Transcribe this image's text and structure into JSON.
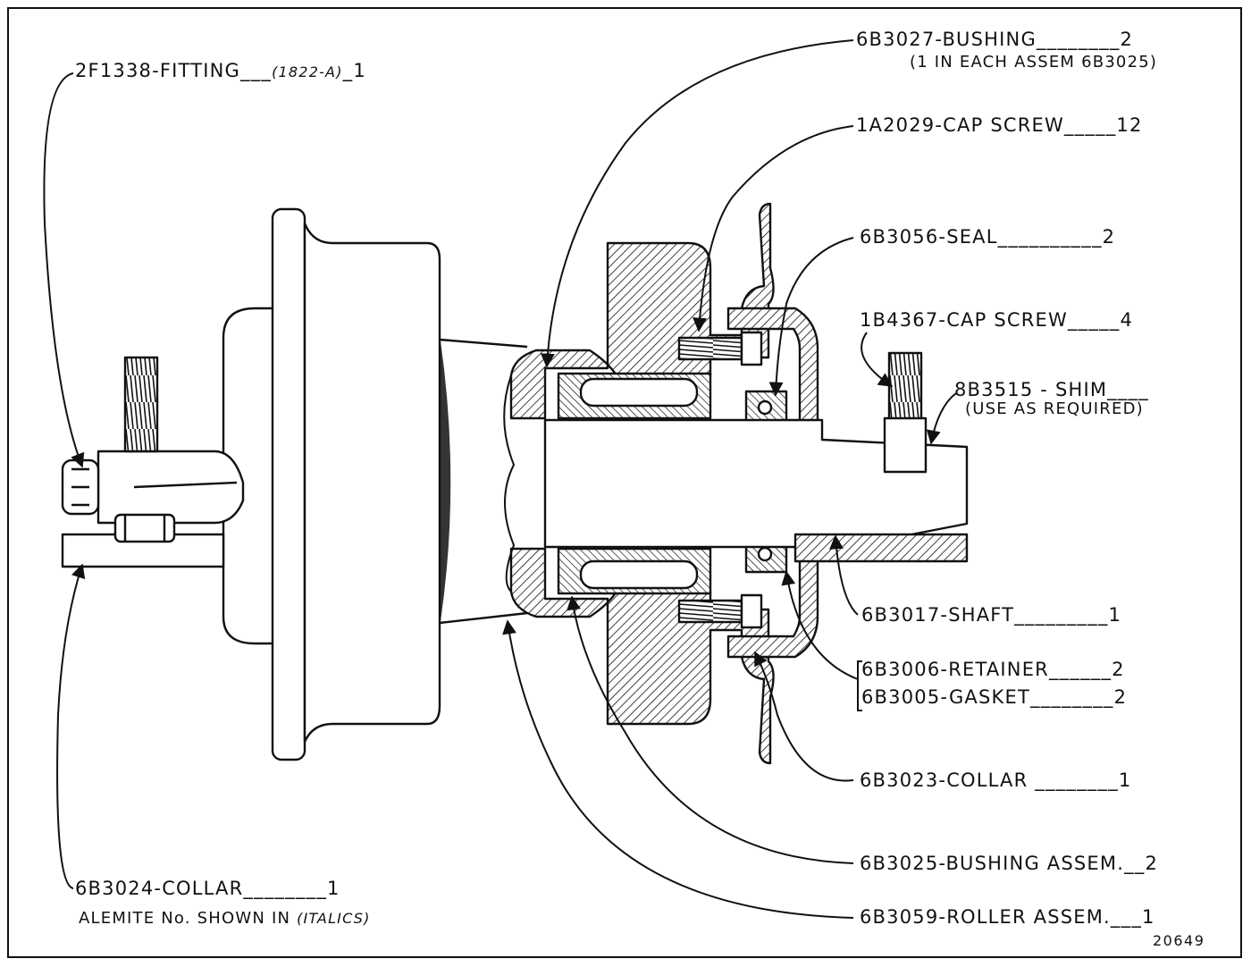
{
  "figure": {
    "number": "20649"
  },
  "note": {
    "prefix": "ALEMITE No. SHOWN IN",
    "italic": "(ITALICS)"
  },
  "parts": [
    {
      "id": "fitting",
      "text": "2F1338-FITTING___",
      "alemite": "(1822-A)",
      "qty": "_1"
    },
    {
      "id": "bushing",
      "text": "6B3027-BUSHING________2",
      "sub": "(1 IN EACH ASSEM 6B3025)"
    },
    {
      "id": "capscrew12",
      "text": "1A2029-CAP SCREW_____12"
    },
    {
      "id": "seal",
      "text": "6B3056-SEAL__________2"
    },
    {
      "id": "capscrew4",
      "text": "1B4367-CAP SCREW_____4"
    },
    {
      "id": "shim",
      "text": "8B3515 - SHIM____",
      "sub": "(USE AS REQUIRED)"
    },
    {
      "id": "shaft",
      "text": "6B3017-SHAFT_________1"
    },
    {
      "id": "retainer",
      "text": "6B3006-RETAINER______2"
    },
    {
      "id": "gasket",
      "text": "6B3005-GASKET________2"
    },
    {
      "id": "collar6b3023",
      "text": "6B3023-COLLAR ________1"
    },
    {
      "id": "bushingassem",
      "text": "6B3025-BUSHING ASSEM.__2"
    },
    {
      "id": "collar6b3024",
      "text": "6B3024-COLLAR________1"
    },
    {
      "id": "roller",
      "text": "6B3059-ROLLER ASSEM.___1"
    }
  ]
}
